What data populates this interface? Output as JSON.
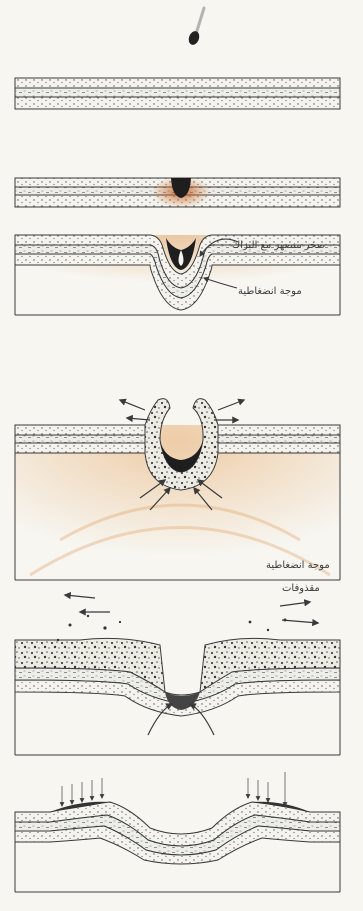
{
  "labels": {
    "melted_rock": "صخر منصهر مع البزاك",
    "shock_wave_1": "موجة انضغاطية",
    "shock_wave_2": "موجة انضغاطية",
    "ejecta": "مقذوفات"
  },
  "colors": {
    "background": "#f7f6f1",
    "line": "#3a3a3a",
    "shock": "#e0a060",
    "melt": "#1e1e1e"
  }
}
